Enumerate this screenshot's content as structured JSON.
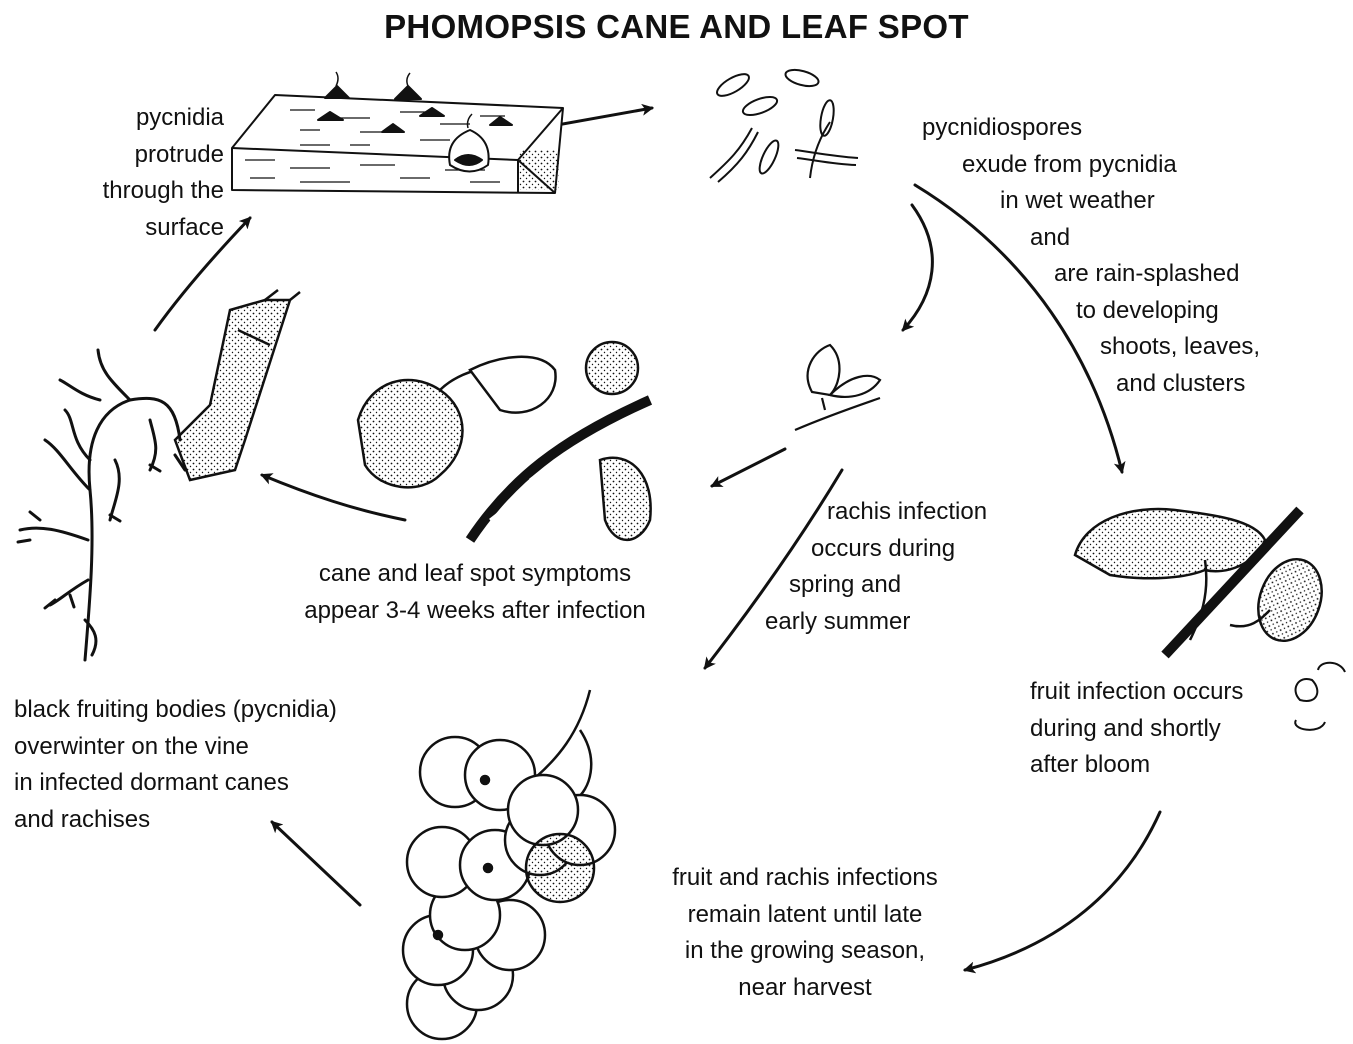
{
  "title": "PHOMOPSIS CANE AND LEAF SPOT",
  "labels": {
    "pycnidia": [
      "pycnidia",
      "protrude",
      "through the",
      "surface"
    ],
    "spores": [
      "pycnidiospores",
      "exude from pycnidia",
      "in wet weather",
      "and",
      "are rain-splashed",
      "to developing",
      "shoots, leaves,",
      "and clusters"
    ],
    "symptoms": [
      "cane and leaf spot symptoms",
      "appear 3-4 weeks after infection"
    ],
    "rachis": [
      "rachis infection",
      "occurs during",
      "spring and",
      "early summer"
    ],
    "overwinter": [
      "black fruiting bodies (pycnidia)",
      "overwinter on the vine",
      "in infected dormant canes",
      "and rachises"
    ],
    "fruit_infection": [
      "fruit infection occurs",
      "during and shortly",
      "after bloom"
    ],
    "latent": [
      "fruit and rachis infections",
      "remain latent until late",
      "in the growing season,",
      "near harvest"
    ]
  },
  "colors": {
    "ink": "#111111",
    "background": "#ffffff"
  }
}
